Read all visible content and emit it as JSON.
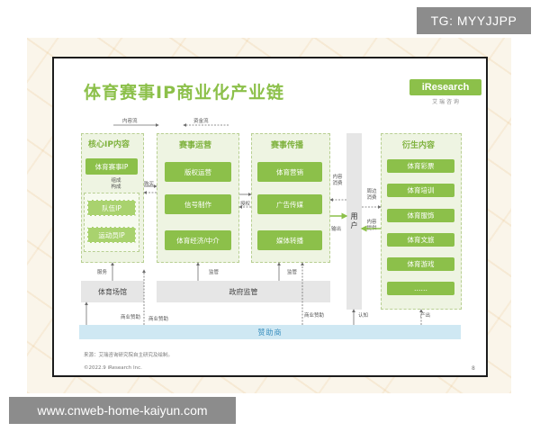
{
  "watermark_top": "TG: MYYJJPP",
  "watermark_bottom": "www.cnweb-home-kaiyun.com",
  "title": "体育赛事IP商业化产业链",
  "logo": {
    "name": "iResearch",
    "sub": "艾 瑞 咨 询"
  },
  "sections": {
    "core_ip": {
      "title": "核心IP内容",
      "items": [
        "体育赛事IP",
        "队伍IP",
        "运动员IP"
      ],
      "inner_label": "组成\n构成"
    },
    "operation": {
      "title": "赛事运营",
      "items": [
        "版权运营",
        "信号制作",
        "体育经济/中介"
      ]
    },
    "broadcast": {
      "title": "赛事传播",
      "items": [
        "体育营销",
        "广告传媒",
        "媒体转播"
      ]
    },
    "derivative": {
      "title": "衍生内容",
      "items": [
        "体育彩票",
        "体育培训",
        "体育服饰",
        "体育文旅",
        "体育游戏",
        "……"
      ]
    }
  },
  "user": "用\n户",
  "bottom": {
    "venue": "体育场馆",
    "government": "政府监管",
    "sponsor": "赞助商"
  },
  "flows": {
    "content_flow": "内容流",
    "capital_flow": "资金流",
    "purchase": "购买",
    "authorize": "授权",
    "content_consume_1": "内容\n消费",
    "output": "输出",
    "content_consume_2": "周边\n消费",
    "content_supply": "内容\n提供",
    "service": "服务",
    "supervise_1": "监管",
    "supervise_2": "监管",
    "commercial_sponsor_1": "商业赞助",
    "commercial_sponsor_2": "商业赞助",
    "commercial_sponsor_3": "商业赞助",
    "recognize": "认知",
    "output_2": "产出"
  },
  "footer": {
    "source": "来源：艾瑞咨询研究院自主研究及绘制。",
    "copyright": "©2022.9 iResearch Inc.",
    "page": "8"
  },
  "colors": {
    "accent_green": "#8cc04a",
    "light_green": "#a9d26e",
    "section_bg": "#eef4e2",
    "sponsor_bar": "#cfe8f3",
    "sponsor_text": "#3a8fbf"
  }
}
